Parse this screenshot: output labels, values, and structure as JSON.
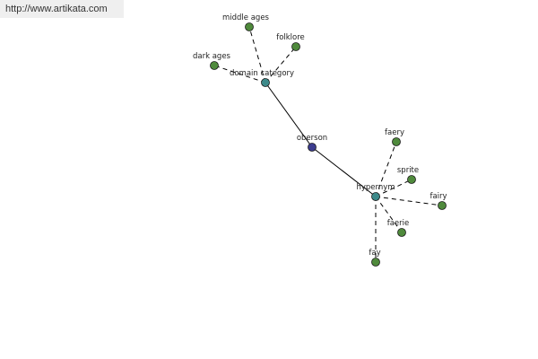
{
  "banner": {
    "url": "http://www.artikata.com"
  },
  "colors": {
    "root": "#3d3d8f",
    "hub": "#3d8a8a",
    "leaf": "#4f8a3c"
  },
  "graph": {
    "nodes": [
      {
        "id": "oberson",
        "label": "oberson",
        "kind": "root"
      },
      {
        "id": "domain-category",
        "label": "domain category",
        "kind": "hub"
      },
      {
        "id": "hypernym",
        "label": "hypernym",
        "kind": "hub"
      },
      {
        "id": "middle-ages",
        "label": "middle ages",
        "kind": "leaf"
      },
      {
        "id": "folklore",
        "label": "folklore",
        "kind": "leaf"
      },
      {
        "id": "dark-ages",
        "label": "dark ages",
        "kind": "leaf"
      },
      {
        "id": "faery",
        "label": "faery",
        "kind": "leaf"
      },
      {
        "id": "sprite",
        "label": "sprite",
        "kind": "leaf"
      },
      {
        "id": "fairy",
        "label": "fairy",
        "kind": "leaf"
      },
      {
        "id": "faerie",
        "label": "faerie",
        "kind": "leaf"
      },
      {
        "id": "fay",
        "label": "fay",
        "kind": "leaf"
      }
    ],
    "edges": [
      {
        "from": "oberson",
        "to": "domain-category",
        "style": "solid"
      },
      {
        "from": "oberson",
        "to": "hypernym",
        "style": "solid"
      },
      {
        "from": "domain-category",
        "to": "middle-ages",
        "style": "dashed"
      },
      {
        "from": "domain-category",
        "to": "folklore",
        "style": "dashed"
      },
      {
        "from": "domain-category",
        "to": "dark-ages",
        "style": "dashed"
      },
      {
        "from": "hypernym",
        "to": "faery",
        "style": "dashed"
      },
      {
        "from": "hypernym",
        "to": "sprite",
        "style": "dashed"
      },
      {
        "from": "hypernym",
        "to": "fairy",
        "style": "dashed"
      },
      {
        "from": "hypernym",
        "to": "faerie",
        "style": "dashed"
      },
      {
        "from": "hypernym",
        "to": "fay",
        "style": "dashed"
      }
    ]
  }
}
